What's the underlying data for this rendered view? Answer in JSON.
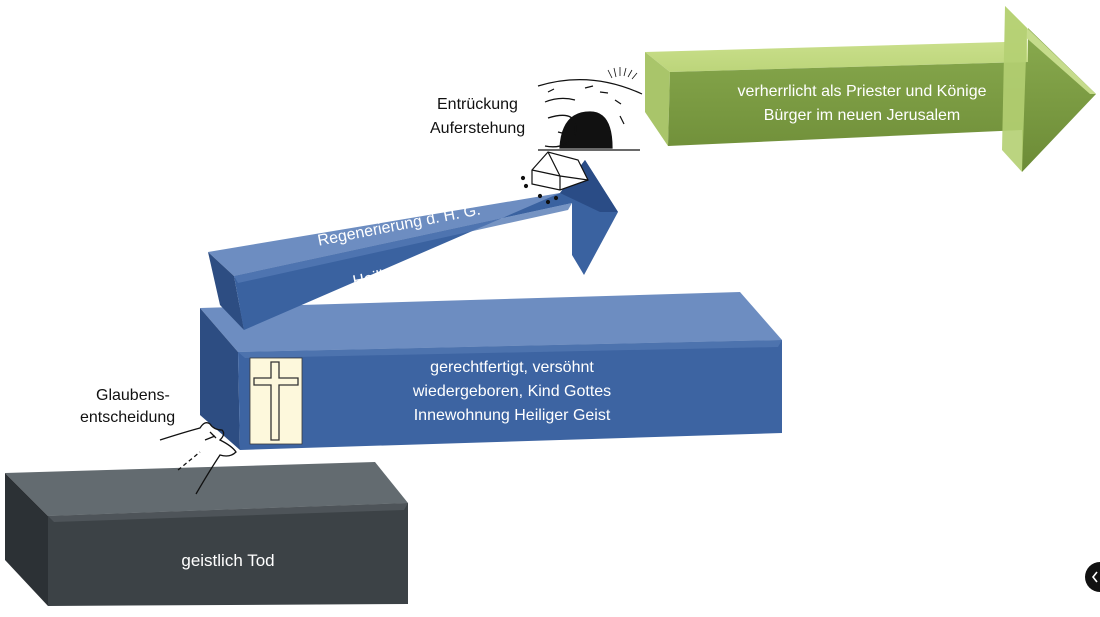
{
  "diagram": {
    "blocks": {
      "dead": {
        "label": "geistlich Tod",
        "color": "#3c4246"
      },
      "justified": {
        "lines": [
          "gerechtfertigt, versöhnt",
          "wiedergeboren, Kind Gottes",
          "Innewohnung Heiliger Geist"
        ],
        "color": "#3d64a2"
      },
      "sanctification": {
        "line1": "Regenerierung d. H. G.",
        "line2": "Heiligungsprozess",
        "color": "#3a62a0"
      },
      "glorified": {
        "lines": [
          "verherrlicht als Priester und Könige",
          "Bürger im neuen Jerusalem"
        ],
        "color": "#76953d"
      }
    },
    "annotations": {
      "faith_decision": [
        "Glaubens-",
        "entscheidung"
      ],
      "rapture": [
        "Entrückung",
        "Auferstehung"
      ]
    },
    "icons": [
      "cross-icon",
      "hand-icon",
      "empty-tomb-icon"
    ]
  }
}
